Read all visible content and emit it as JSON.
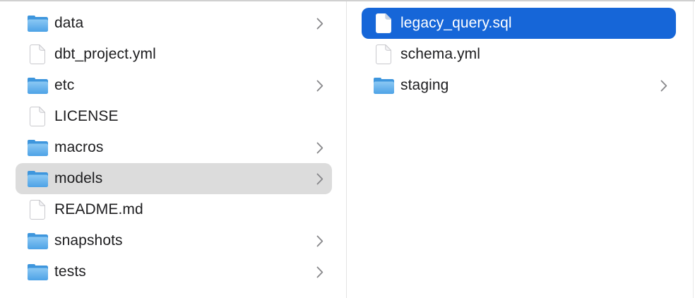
{
  "window": {
    "view": "finder-column-view"
  },
  "colors": {
    "background": "#ffffff",
    "selection_blue": "#1666d8",
    "selection_gray": "#dcdcdc",
    "text": "#1d1d1f",
    "text_selected": "#ffffff",
    "chevron": "#87878a",
    "column_divider": "#e3e3e3",
    "top_border": "#d0d0d0",
    "folder_back_blue": "#3e96dd",
    "folder_front_light": "#8bc8f4",
    "folder_front_dark": "#4da2e6"
  },
  "icons": {
    "folder": "folder-icon",
    "document": "document-icon",
    "chevron": "chevron-right-icon"
  },
  "columns": [
    {
      "name": "parent-column",
      "items": [
        {
          "label": "data",
          "type": "folder",
          "has_chevron": true,
          "selected": false
        },
        {
          "label": "dbt_project.yml",
          "type": "file",
          "has_chevron": false,
          "selected": false
        },
        {
          "label": "etc",
          "type": "folder",
          "has_chevron": true,
          "selected": false
        },
        {
          "label": "LICENSE",
          "type": "file",
          "has_chevron": false,
          "selected": false
        },
        {
          "label": "macros",
          "type": "folder",
          "has_chevron": true,
          "selected": false
        },
        {
          "label": "models",
          "type": "folder",
          "has_chevron": true,
          "selected": true,
          "selection_style": "inactive-gray"
        },
        {
          "label": "README.md",
          "type": "file",
          "has_chevron": false,
          "selected": false
        },
        {
          "label": "snapshots",
          "type": "folder",
          "has_chevron": true,
          "selected": false
        },
        {
          "label": "tests",
          "type": "folder",
          "has_chevron": true,
          "selected": false
        }
      ]
    },
    {
      "name": "child-column",
      "items": [
        {
          "label": "legacy_query.sql",
          "type": "file",
          "has_chevron": false,
          "selected": true,
          "selection_style": "active-blue"
        },
        {
          "label": "schema.yml",
          "type": "file",
          "has_chevron": false,
          "selected": false
        },
        {
          "label": "staging",
          "type": "folder",
          "has_chevron": true,
          "selected": false
        }
      ]
    }
  ]
}
